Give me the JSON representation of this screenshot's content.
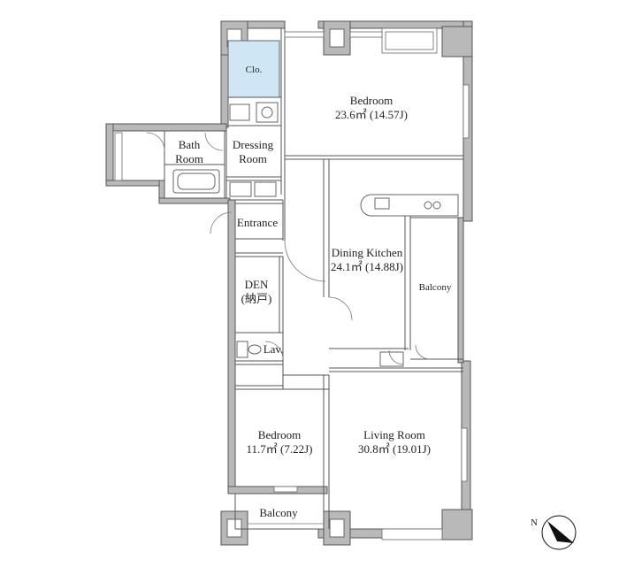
{
  "rooms": {
    "closet": {
      "name": "Clo."
    },
    "bedroom_main": {
      "name": "Bedroom",
      "area": "23.6㎡ (14.57J)"
    },
    "bath": {
      "line1": "Bath",
      "line2": "Room"
    },
    "dressing": {
      "line1": "Dressing",
      "line2": "Room"
    },
    "entrance": {
      "name": "Entrance"
    },
    "dining_kitchen": {
      "name": "Dining Kitchen",
      "area": "24.1㎡ (14.88J)"
    },
    "balcony_side": {
      "name": "Balcony"
    },
    "den": {
      "line1": "DEN",
      "line2": "(納戸)"
    },
    "lav": {
      "name": "Lav."
    },
    "bedroom_small": {
      "name": "Bedroom",
      "area": "11.7㎡ (7.22J)"
    },
    "living": {
      "name": "Living Room",
      "area": "30.8㎡ (19.01J)"
    },
    "balcony_bottom": {
      "name": "Balcony"
    }
  },
  "compass": {
    "label": "N"
  },
  "colors": {
    "closet_fill": "#cfe7f5",
    "wall": "#b9b9b9",
    "compass": "#111111"
  }
}
